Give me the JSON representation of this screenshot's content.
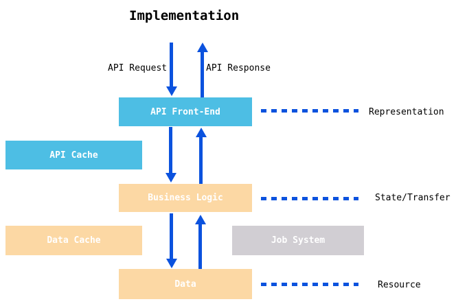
{
  "colors": {
    "arrow-blue": "#0b52de",
    "box-blue": "#4dbee4",
    "box-orange": "#fcd8a4",
    "box-gray": "#d1ced3",
    "box-text": "#ffffff",
    "label-text": "#000000"
  },
  "diagram": {
    "title": "Implementation",
    "arrow_labels": {
      "request": "API Request",
      "response": "API Response"
    },
    "boxes": {
      "api_front_end": "API Front-End",
      "api_cache": "API Cache",
      "business_logic": "Business Logic",
      "data_cache": "Data Cache",
      "job_system": "Job System",
      "data": "Data"
    },
    "layer_labels": {
      "representation": "Representation",
      "state_transfer": "State/Transfer",
      "resource": "Resource"
    }
  }
}
